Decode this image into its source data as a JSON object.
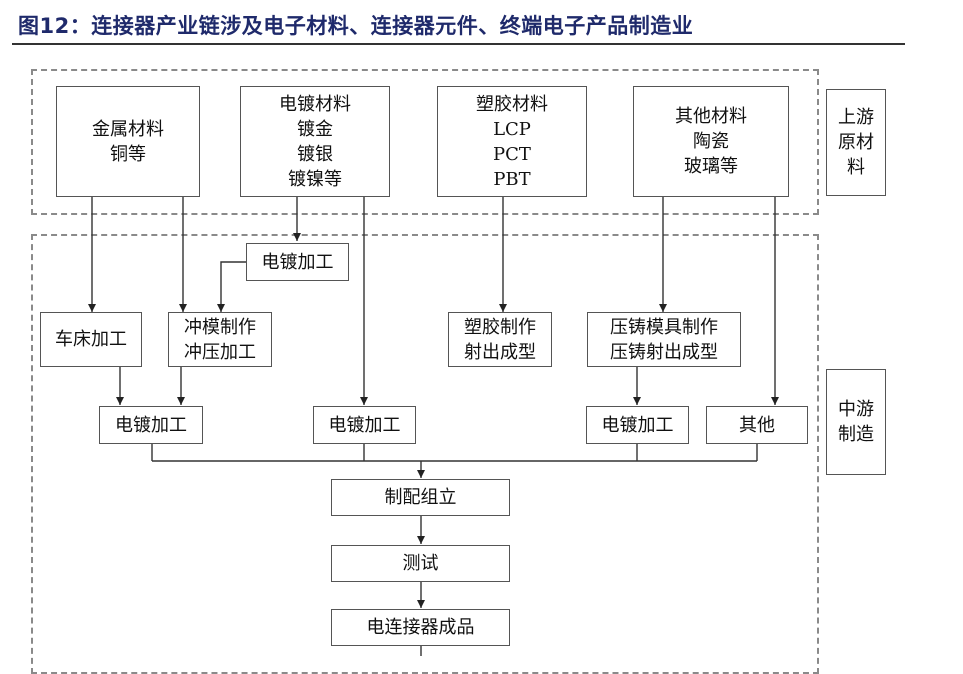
{
  "figure": {
    "title": "图12：连接器产业链涉及电子材料、连接器元件、终端电子产品制造业"
  },
  "upstream": {
    "label_lines": [
      "上游",
      "原材",
      "料"
    ],
    "materials": [
      {
        "lines": [
          "金属材料",
          "铜等"
        ]
      },
      {
        "lines": [
          "电镀材料",
          "镀金",
          "镀银",
          "镀镍等"
        ]
      },
      {
        "lines": [
          "塑胶材料",
          "LCP",
          "PCT",
          "PBT"
        ]
      },
      {
        "lines": [
          "其他材料",
          "陶瓷",
          "玻璃等"
        ]
      }
    ]
  },
  "midstream": {
    "label_lines": [
      "中游",
      "制造"
    ],
    "plating_top": "电镀加工",
    "lathe": "车床加工",
    "stamping_lines": [
      "冲模制作",
      "冲压加工"
    ],
    "molding_lines": [
      "塑胶制作",
      "射出成型"
    ],
    "diecast_lines": [
      "压铸模具制作",
      "压铸射出成型"
    ],
    "plating_1": "电镀加工",
    "plating_2": "电镀加工",
    "plating_3": "电镀加工",
    "other": "其他",
    "assembly": "制配组立",
    "test": "测试",
    "product": "电连接器成品"
  }
}
